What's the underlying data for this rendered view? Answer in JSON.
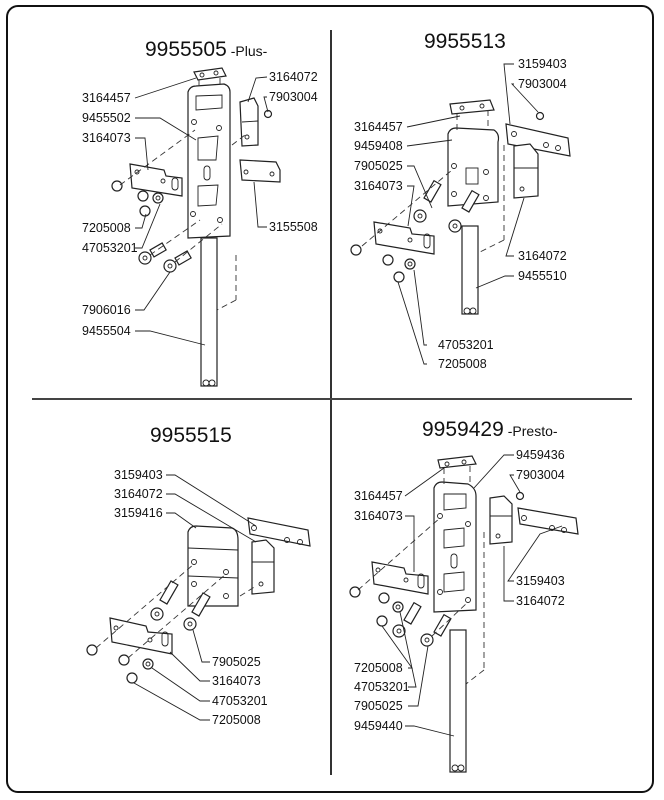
{
  "quadrants": [
    {
      "id": "top-left",
      "assembly_number": "9955505",
      "variant": "-Plus-",
      "labels": [
        "3164457",
        "9455502",
        "3164073",
        "7205008",
        "47053201",
        "7906016",
        "9455504",
        "3164072",
        "7903004",
        "3155508"
      ]
    },
    {
      "id": "top-right",
      "assembly_number": "9955513",
      "variant": "",
      "labels": [
        "3159403",
        "7903004",
        "3164457",
        "9459408",
        "7905025",
        "3164073",
        "3164072",
        "9455510",
        "47053201",
        "7205008"
      ]
    },
    {
      "id": "bottom-left",
      "assembly_number": "9955515",
      "variant": "",
      "labels": [
        "3159403",
        "3164072",
        "3159416",
        "7905025",
        "3164073",
        "47053201",
        "7205008"
      ]
    },
    {
      "id": "bottom-right",
      "assembly_number": "9959429",
      "variant": "-Presto-",
      "labels": [
        "9459436",
        "7903004",
        "3164457",
        "3164073",
        "3159403",
        "3164072",
        "7205008",
        "47053201",
        "7905025",
        "9459440"
      ]
    }
  ]
}
